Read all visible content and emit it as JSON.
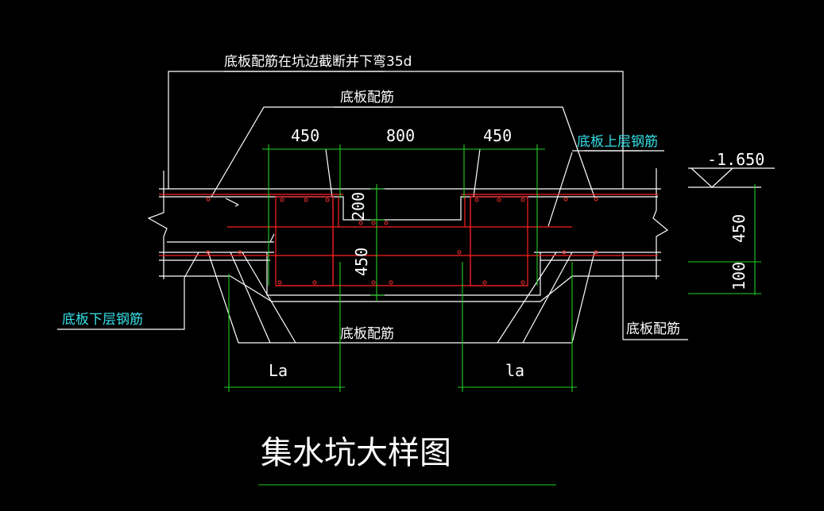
{
  "labels": {
    "top_note": "底板配筋在坑边截断并下弯35d",
    "slab_reinf_top": "底板配筋",
    "slab_top_bars": "底板上层钢筋",
    "slab_bottom_bars": "底板下层钢筋",
    "slab_reinf_bottom": "底板配筋",
    "slab_reinf_right": "底板配筋"
  },
  "dimensions": {
    "d450_left": "450",
    "d800": "800",
    "d450_right": "450",
    "d200": "200",
    "d450_pit": "450",
    "d450_slab": "450",
    "d100": "100",
    "la_left": "La",
    "la_right": "la"
  },
  "elevation": "-1.650",
  "title": "集水坑大样图",
  "colors": {
    "background": "#000000",
    "outline": "#ffffff",
    "rebar": "#ff2020",
    "dimension": "#20d020",
    "annotation": "#33e0e8"
  }
}
